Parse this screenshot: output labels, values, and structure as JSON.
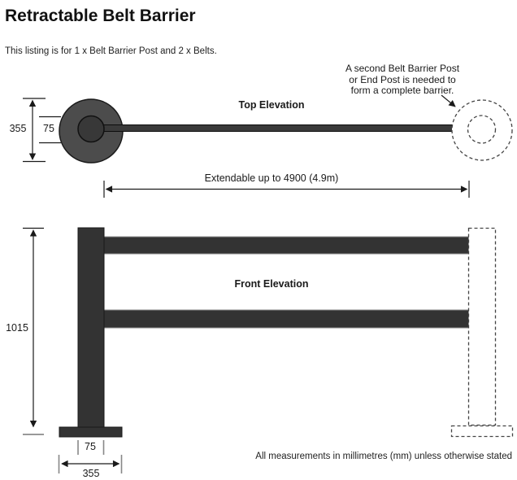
{
  "page": {
    "title": "Retractable Belt Barrier",
    "subtitle": "This listing is for 1 x Belt Barrier Post and 2 x Belts.",
    "footer_note": "All measurements in millimetres (mm) unless otherwise stated"
  },
  "top_elevation": {
    "label": "Top Elevation",
    "annotation": {
      "lines": [
        "A second Belt Barrier Post",
        "or End Post is needed to",
        "form a complete barrier."
      ]
    },
    "dimensions": {
      "base_diameter": "355",
      "post_diameter": "75",
      "belt_extension": "Extendable up to 4900 (4.9m)"
    }
  },
  "front_elevation": {
    "label": "Front Elevation",
    "dimensions": {
      "post_height": "1015",
      "post_width": "75",
      "base_width": "355"
    }
  },
  "colors": {
    "post_fill": "#333333",
    "base_circle_fill": "#4c4c4c",
    "inner_circle_fill": "#383838",
    "dimension_line": "#1a1a1a",
    "gray_tick": "#888888",
    "dashed_outline": "#444444",
    "background": "#ffffff"
  }
}
